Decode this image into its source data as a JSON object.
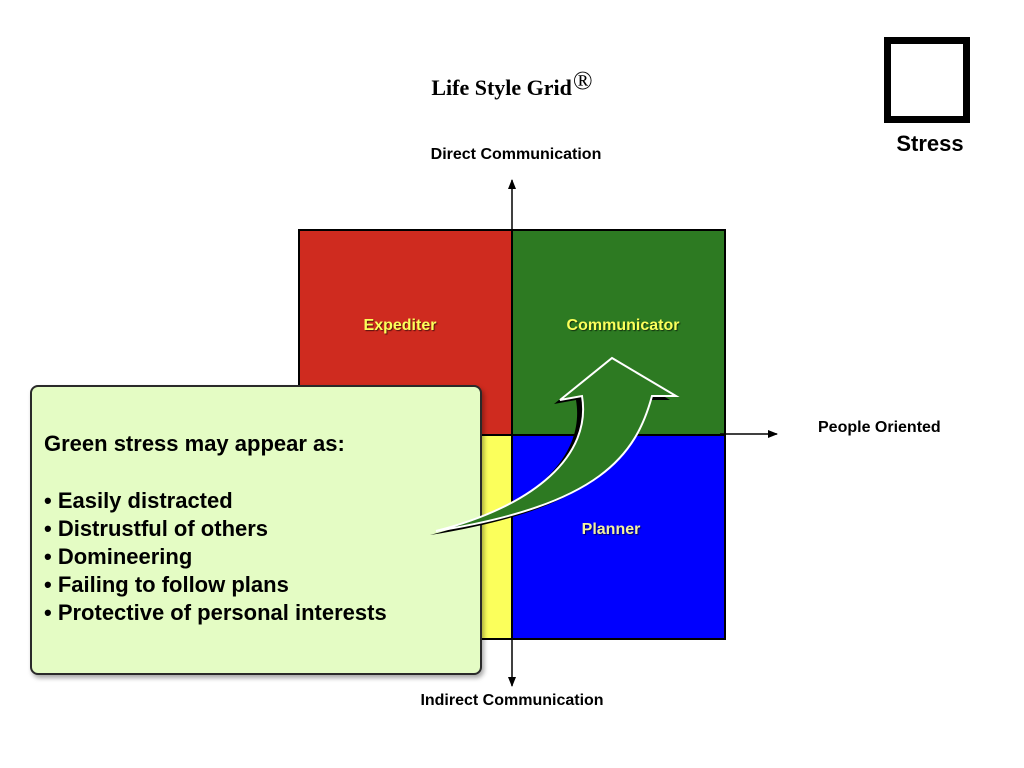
{
  "title": {
    "text": "Life Style Grid",
    "mark": "®"
  },
  "stress": {
    "label": "Stress"
  },
  "axes": {
    "top": "Direct Communication",
    "bottom": "Indirect Communication",
    "right": "People Oriented"
  },
  "quadrants": {
    "top_left": {
      "label": "Expediter",
      "color": "#cf2b1f"
    },
    "top_right": {
      "label": "Communicator",
      "color": "#2d7a22"
    },
    "bottom_left": {
      "label": "",
      "color": "#fbff5b"
    },
    "bottom_right": {
      "label": "Planner",
      "color": "#0000ff"
    }
  },
  "callout": {
    "heading": "Green stress may appear as:",
    "items": [
      "• Easily distracted",
      "• Distrustful of others",
      "• Domineering",
      "• Failing to follow plans",
      "• Protective of personal interests"
    ],
    "background": "#e4fcc4"
  },
  "arrow": {
    "icon": "curved-up-arrow-icon",
    "color": "#2d7a22"
  }
}
